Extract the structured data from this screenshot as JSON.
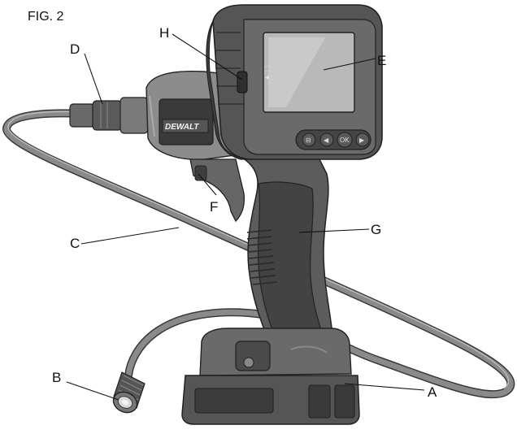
{
  "figure": {
    "title": "FIG. 2",
    "brand_text": "DEWALT",
    "screen_icon_label": "▲ ⬚",
    "buttons": [
      {
        "name": "menu",
        "glyph": "⊟"
      },
      {
        "name": "left",
        "glyph": "◀"
      },
      {
        "name": "ok",
        "glyph": "OK"
      },
      {
        "name": "right",
        "glyph": "▶"
      }
    ],
    "labels": {
      "A": "A",
      "B": "B",
      "C": "C",
      "D": "D",
      "E": "E",
      "F": "F",
      "G": "G",
      "H": "H"
    }
  },
  "colors": {
    "body_dark": "#4a4a4a",
    "body_mid": "#6d6d6d",
    "body_light": "#9a9a9a",
    "screen": "#b9b9b9",
    "cable": "#7a7a7a",
    "outline": "#2a2a2a"
  }
}
